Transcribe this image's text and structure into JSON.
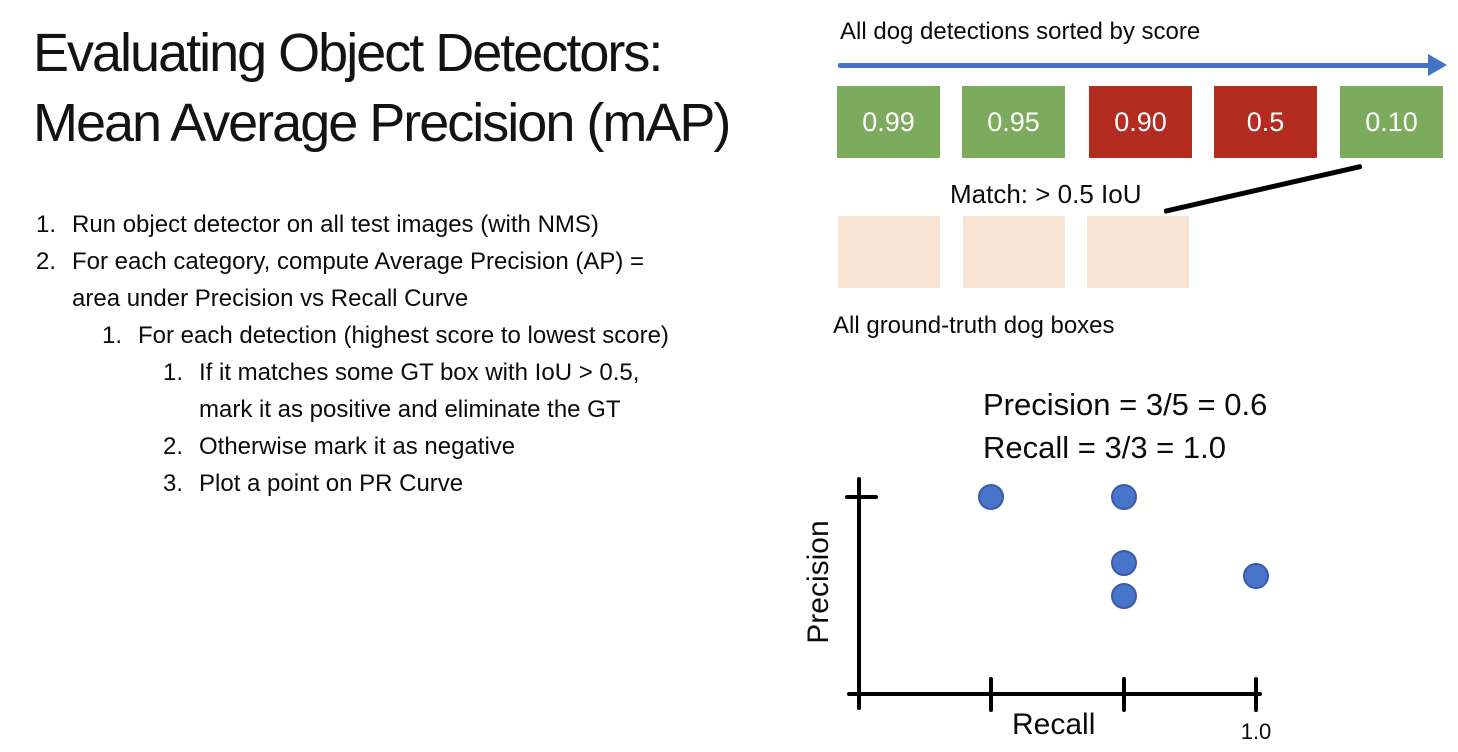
{
  "colors": {
    "match_green": "#7CAB5E",
    "nomatch_red": "#B42B1F",
    "gt_peach": "#FAE5D4",
    "arrow_blue": "#4472C4",
    "dot_fill": "#4874C9",
    "dot_border": "#3A5BA9"
  },
  "title": {
    "line1": "Evaluating Object Detectors:",
    "line2": "Mean Average Precision (mAP)"
  },
  "steps": {
    "rows": [
      {
        "num": "1.",
        "text": "Run object detector on all test images (with NMS)"
      },
      {
        "num": "2.",
        "text": "For each category, compute Average Precision (AP) ="
      },
      {
        "num": "",
        "text": "area under Precision vs Recall Curve"
      },
      {
        "num": "1.",
        "text": "For each detection (highest score to lowest score)"
      },
      {
        "num": "1.",
        "text": "If it matches some GT box with IoU > 0.5,"
      },
      {
        "num": "",
        "text": "mark it as positive and eliminate the GT"
      },
      {
        "num": "2.",
        "text": "Otherwise mark it as negative"
      },
      {
        "num": "3.",
        "text": "Plot a point on PR Curve"
      }
    ]
  },
  "detections": {
    "caption": "All dog detections sorted by score",
    "boxes": [
      {
        "score": "0.99",
        "matched": true,
        "color": "#7CAB5E"
      },
      {
        "score": "0.95",
        "matched": true,
        "color": "#7CAB5E"
      },
      {
        "score": "0.90",
        "matched": false,
        "color": "#B42B1F"
      },
      {
        "score": "0.5",
        "matched": false,
        "color": "#B42B1F"
      },
      {
        "score": "0.10",
        "matched": true,
        "color": "#7CAB5E"
      }
    ]
  },
  "matching": {
    "label": "Match: > 0.5 IoU"
  },
  "ground_truth": {
    "caption": "All ground-truth dog boxes",
    "box_count": 3
  },
  "chart_data": {
    "type": "scatter",
    "xlabel": "Recall",
    "ylabel": "Precision",
    "annotations": [
      "Precision = 3/5 = 0.6",
      "Recall = 3/3 = 1.0"
    ],
    "points": [
      {
        "recall": 0.333,
        "precision": 1.0
      },
      {
        "recall": 0.667,
        "precision": 1.0
      },
      {
        "recall": 0.667,
        "precision": 0.667
      },
      {
        "recall": 0.667,
        "precision": 0.5
      },
      {
        "recall": 1.0,
        "precision": 0.6
      }
    ],
    "x_ticks": [
      0.333,
      0.667,
      1.0
    ],
    "x_tick_labels": [
      "",
      "",
      "1.0"
    ],
    "xlim": [
      0,
      1.05
    ],
    "ylim": [
      0,
      1.1
    ],
    "grid": false,
    "legend": "none"
  }
}
